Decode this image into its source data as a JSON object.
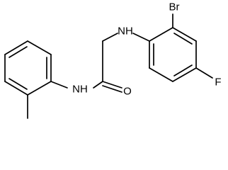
{
  "structure": {
    "atoms": {
      "br": "Br",
      "nh_amine": "NH",
      "nh_amide": "NH",
      "o": "O",
      "f": "F"
    }
  }
}
